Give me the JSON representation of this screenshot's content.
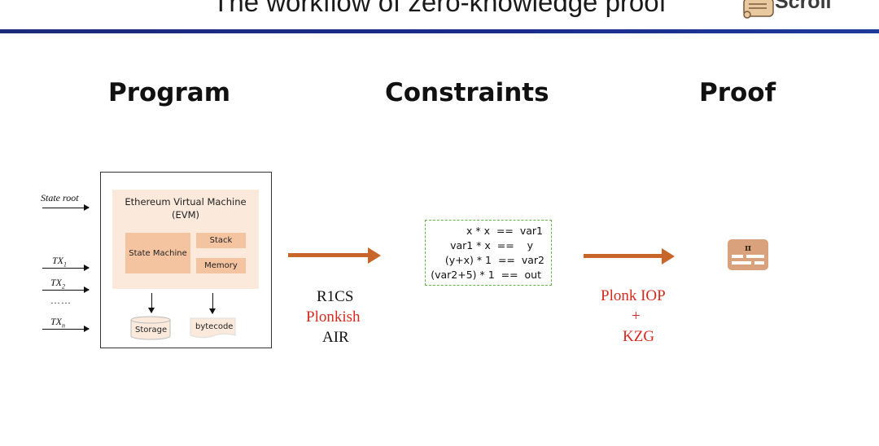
{
  "header": {
    "title": "The workflow of zero-knowledge proof",
    "logo_text": "Scroll"
  },
  "sections": {
    "program": "Program",
    "constraints": "Constraints",
    "proof": "Proof"
  },
  "inputs": {
    "state_root": "State root",
    "tx1": "TX",
    "tx1_sub": "1",
    "tx2": "TX",
    "tx2_sub": "2",
    "ellipsis": "……",
    "txn": "TX",
    "txn_sub": "n"
  },
  "evm": {
    "title_line1": "Ethereum Virtual Machine",
    "title_line2": "(EVM)",
    "state_machine": "State Machine",
    "stack": "Stack",
    "memory": "Memory",
    "storage": "Storage",
    "bytecode": "bytecode"
  },
  "arithmetizations": {
    "r1cs": "R1CS",
    "plonkish": "Plonkish",
    "air": "AIR"
  },
  "constraints": [
    "x * x  ==  var1",
    "var1 * x  ==    y",
    "(y+x) * 1  ==  var2",
    "(var2+5) * 1  ==  out"
  ],
  "proof_system": {
    "iop": "Plonk IOP",
    "plus": "+",
    "commitment": "KZG"
  },
  "icons": {
    "proof": "pi-scroll-icon",
    "logo": "scroll-logo-icon"
  },
  "colors": {
    "arrow": "#c8662a",
    "highlight_text": "#d42a1e",
    "evm_bg": "#fbe9dc",
    "evm_block": "#f4c3a0",
    "constraint_border": "#6ab04c",
    "title_rule": "#1d2a7c"
  }
}
